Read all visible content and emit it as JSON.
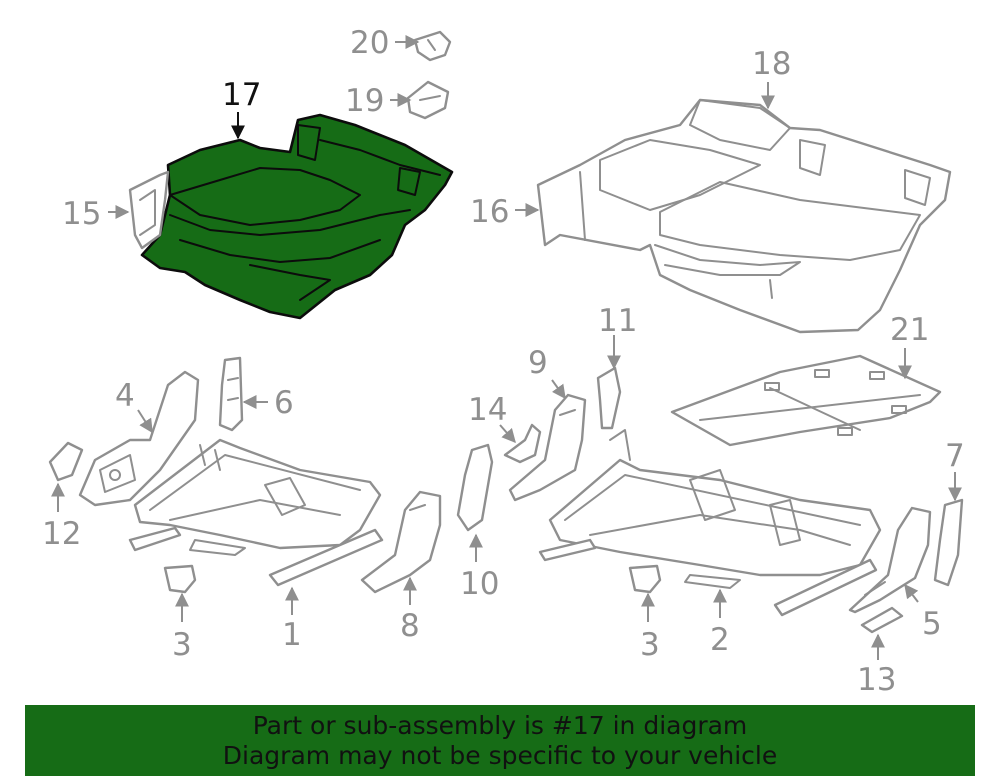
{
  "diagram": {
    "callouts": [
      {
        "id": "1",
        "label": "1"
      },
      {
        "id": "2",
        "label": "2"
      },
      {
        "id": "3a",
        "label": "3"
      },
      {
        "id": "3b",
        "label": "3"
      },
      {
        "id": "4",
        "label": "4"
      },
      {
        "id": "5",
        "label": "5"
      },
      {
        "id": "6",
        "label": "6"
      },
      {
        "id": "7",
        "label": "7"
      },
      {
        "id": "8",
        "label": "8"
      },
      {
        "id": "9",
        "label": "9"
      },
      {
        "id": "10",
        "label": "10"
      },
      {
        "id": "11",
        "label": "11"
      },
      {
        "id": "12",
        "label": "12"
      },
      {
        "id": "13",
        "label": "13"
      },
      {
        "id": "14",
        "label": "14"
      },
      {
        "id": "15",
        "label": "15"
      },
      {
        "id": "16",
        "label": "16"
      },
      {
        "id": "17",
        "label": "17"
      },
      {
        "id": "18",
        "label": "18"
      },
      {
        "id": "19",
        "label": "19"
      },
      {
        "id": "20",
        "label": "20"
      },
      {
        "id": "21",
        "label": "21"
      }
    ],
    "highlighted_part": "17",
    "colors": {
      "highlight": "#166c16",
      "outline": "#8f8f8f",
      "banner": "#166c16"
    }
  },
  "banner": {
    "line1": "Part or sub-assembly is #17 in diagram",
    "line2": "Diagram may not be specific to your vehicle"
  }
}
